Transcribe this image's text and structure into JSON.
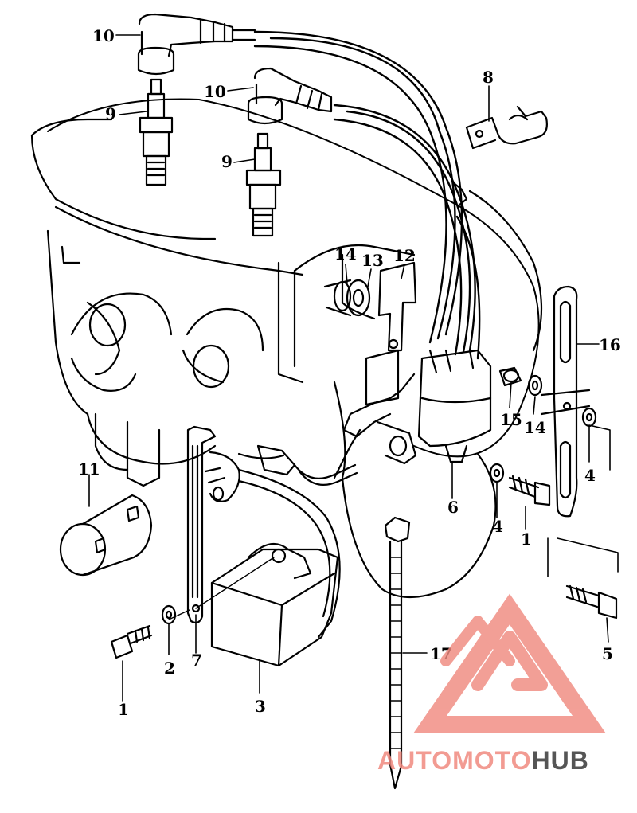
{
  "diagram": {
    "callouts": [
      "10",
      "10",
      "9",
      "9",
      "8",
      "14",
      "13",
      "12",
      "16",
      "15",
      "14",
      "4",
      "11",
      "6",
      "4",
      "1",
      "2",
      "7",
      "3",
      "1",
      "17",
      "5"
    ]
  },
  "watermark": {
    "brand_part1": "AUTOMOTO",
    "brand_part2": "HUB",
    "colors": {
      "logo": "#f08a80",
      "auto": "#f4c27a",
      "moto": "#f08a80",
      "hub": "#555555"
    }
  }
}
